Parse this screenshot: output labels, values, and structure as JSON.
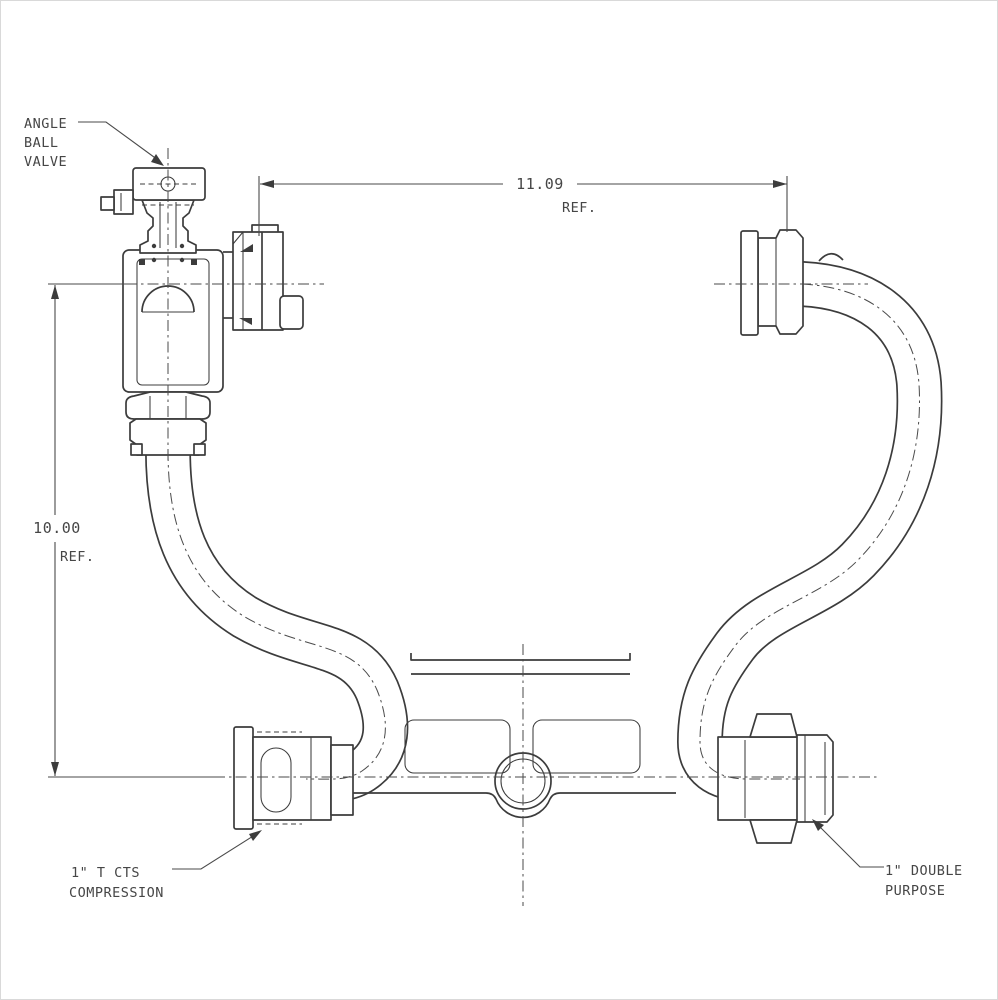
{
  "drawing": {
    "callouts": {
      "valve": {
        "line1": "ANGLE",
        "line2": "BALL",
        "line3": "VALVE"
      },
      "inlet": {
        "line1": "1\" T CTS",
        "line2": "COMPRESSION"
      },
      "outlet": {
        "line1": "1\" DOUBLE",
        "line2": "PURPOSE"
      }
    },
    "dimensions": {
      "width": {
        "value": "11.09",
        "ref": "REF."
      },
      "height": {
        "value": "10.00",
        "ref": "REF."
      }
    },
    "colors": {
      "line": "#3c3c3c",
      "text": "#464646",
      "background": "#ffffff"
    }
  }
}
